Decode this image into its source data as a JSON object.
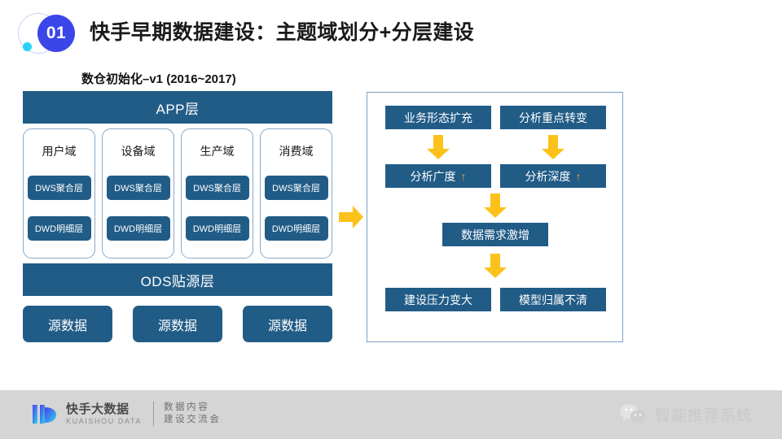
{
  "header": {
    "badge_number": "01",
    "title": "快手早期数据建设：主题域划分+分层建设"
  },
  "left_panel": {
    "caption": "数仓初始化–v1 (2016~2017)",
    "app_layer": "APP层",
    "ods_layer": "ODS贴源层",
    "domains": [
      {
        "title": "用户域",
        "dws": "DWS聚合层",
        "dwd": "DWD明细层"
      },
      {
        "title": "设备域",
        "dws": "DWS聚合层",
        "dwd": "DWD明细层"
      },
      {
        "title": "生产域",
        "dws": "DWS聚合层",
        "dwd": "DWD明细层"
      },
      {
        "title": "消费域",
        "dws": "DWS聚合层",
        "dwd": "DWD明细层"
      }
    ],
    "sources": [
      "源数据",
      "源数据",
      "源数据"
    ]
  },
  "connector": {
    "icon": "right-arrow-icon"
  },
  "right_panel": {
    "boxes": {
      "a": "业务形态扩充",
      "b": "分析重点转变",
      "c_text": "分析广度",
      "c_mark": "↑",
      "d_text": "分析深度",
      "d_mark": "↑",
      "e": "数据需求激增",
      "f": "建设压力变大",
      "g": "模型归属不清"
    },
    "arrow_icon": "down-arrow-icon"
  },
  "footer": {
    "logo_cn": "快手大数据",
    "logo_en": "KUAISHOU DATA",
    "sub_line1": "数据内容",
    "sub_line2": "建设交流会",
    "wechat_label": "智能推荐系统",
    "wechat_icon": "wechat-icon"
  },
  "colors": {
    "brand_blue": "#215c87",
    "badge_blue": "#3b46e8",
    "accent_orange": "#fcc21b",
    "up_arrow_orange": "#f0a52a",
    "panel_border": "#7ba2c4",
    "footer_bg": "#d5d5d5"
  }
}
